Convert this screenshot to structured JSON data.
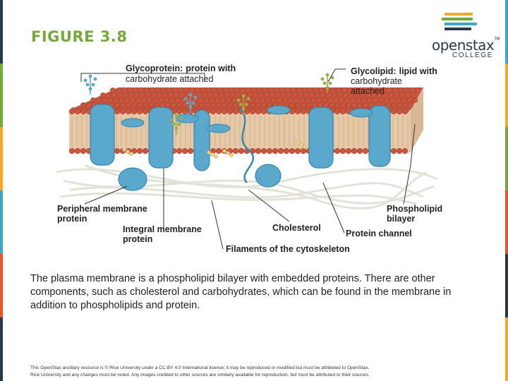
{
  "slide": {
    "title": "FIGURE 3.8",
    "caption": "The plasma membrane is a phospholipid bilayer with embedded proteins. There are other components, such as cholesterol and carbohydrates, which can be found in the membrane in addition to phospholipids and protein.",
    "footer_line1": "This OpenStax ancillary resource is © Rice University under a CC-BY 4.0 International license; it may be reproduced or modified but must be attributed to OpenStax,",
    "footer_line2": "Rice University and any changes must be noted. Any images credited to other sources are similarly available for reproduction, but must be attributed to their sources."
  },
  "logo": {
    "word": "openstax",
    "tm": "TM",
    "sub": "COLLEGE",
    "bar_colors": [
      "#f3a928",
      "#77a83a",
      "#3fa5c0",
      "#2b3848"
    ]
  },
  "edge_colors": {
    "left": [
      "#2b3848",
      "#77a83a",
      "#f3a928",
      "#3fa5c0",
      "#e8542c",
      "#2b3848"
    ],
    "right": [
      "#3fa5c0",
      "#f3a928",
      "#77a83a",
      "#e8542c",
      "#2b3848",
      "#f3a928"
    ]
  },
  "diagram": {
    "labels": {
      "glycoprotein_bold": "Glycoprotein:",
      "glycoprotein_desc1": "protein with",
      "glycoprotein_desc2": "carbohydrate attached",
      "glycolipid_bold": "Glycolipid:",
      "glycolipid_desc1": "lipid with",
      "glycolipid_desc2": "carbohydrate",
      "glycolipid_desc3": "attached",
      "peripheral_1": "Peripheral membrane",
      "peripheral_2": "protein",
      "integral_1": "Integral membrane",
      "integral_2": "protein",
      "cholesterol": "Cholesterol",
      "protein_channel": "Protein channel",
      "phospholipid_1": "Phospholipid",
      "phospholipid_2": "bilayer",
      "filaments": "Filaments of the cytoskeleton"
    },
    "colors": {
      "lipid_head": "#c9573f",
      "lipid_head_dark": "#a8412f",
      "lipid_tail": "#e6c9a8",
      "protein": "#5aa8cc",
      "protein_dark": "#3b86ab",
      "carbohydrate": "#9aae4a",
      "cholesterol": "#e0d58a",
      "filament": "#e2e2d8",
      "leader_line": "#333333"
    }
  }
}
